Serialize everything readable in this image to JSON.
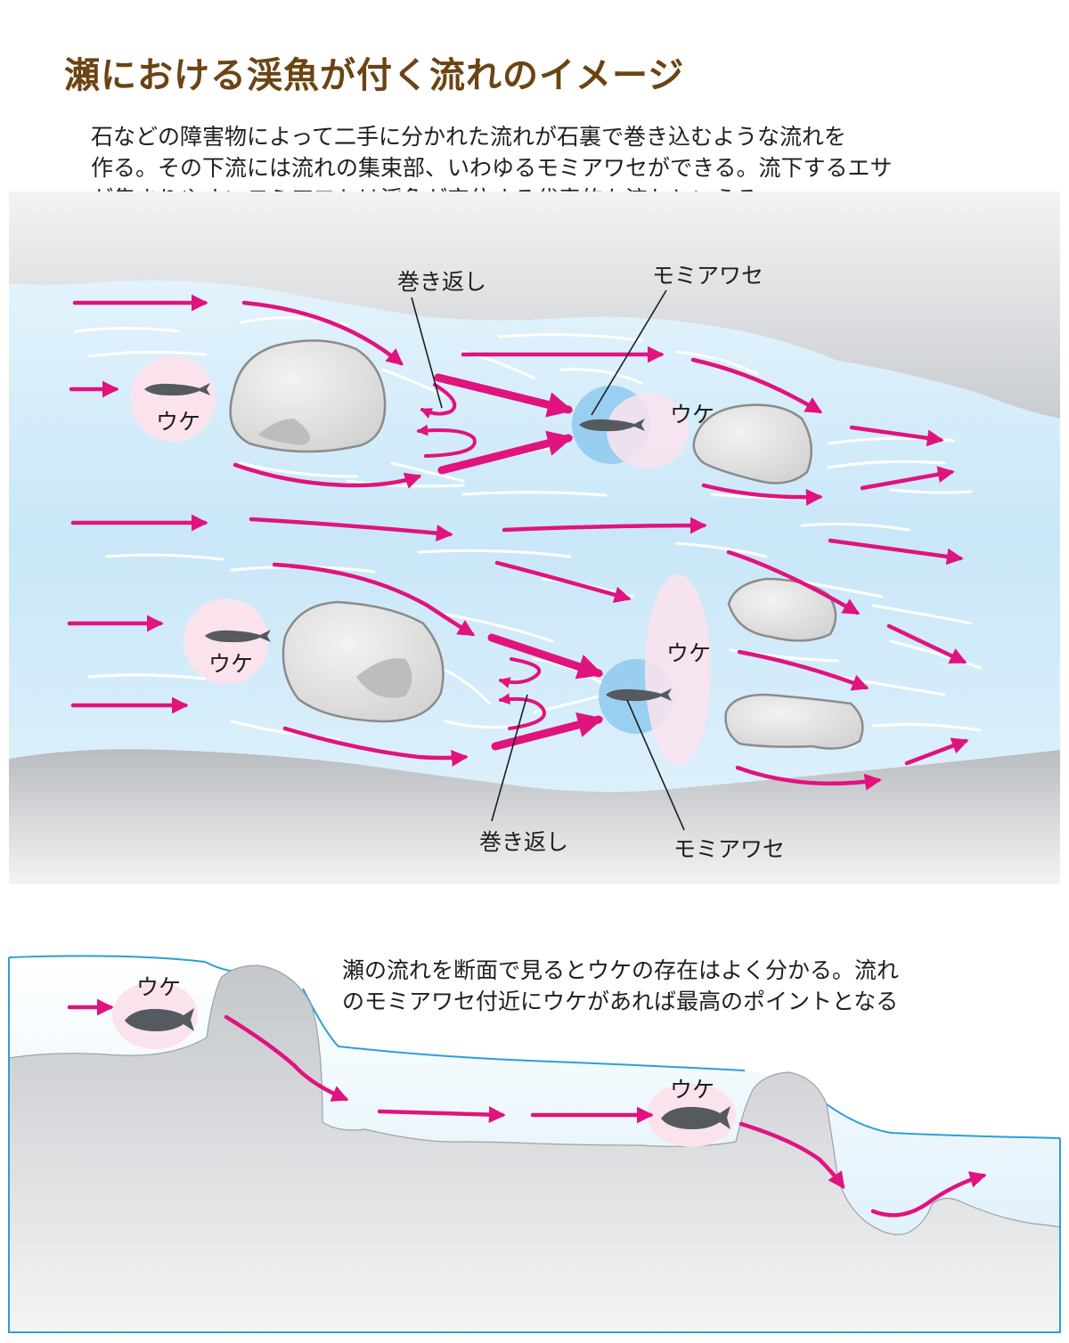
{
  "title": "瀬における渓魚が付く流れのイメージ",
  "intro_lines": [
    "石などの障害物によって二手に分かれた流れが石裏で巻き込むような流れを",
    "作る。その下流には流れの集束部、いわゆるモミアワセができる。流下するエサ",
    "が集まりやすいモミアワセは渓魚が定位する代表的な流れといえる"
  ],
  "plan_view": {
    "labels": {
      "makikaeshi_top": "巻き返し",
      "momiawase_top": "モミアワセ",
      "makikaeshi_bottom": "巻き返し",
      "momiawase_bottom": "モミアワセ",
      "uke": "ウケ"
    }
  },
  "section_view": {
    "note_lines": [
      "瀬の流れを断面で見るとウケの存在はよく分かる。流れ",
      "のモミアワセ付近にウケがあれば最高のポイントとなる"
    ],
    "labels": {
      "uke": "ウケ"
    }
  },
  "colors": {
    "title": "#6b4413",
    "arrow": "#e0137f",
    "water": "#cde9f8",
    "bank": "#cacccf",
    "rock": "#e6e6e6",
    "uke_zone": "#fbe3ee",
    "momiawase_zone": "#8ec9ee",
    "fish": "#555a60"
  }
}
